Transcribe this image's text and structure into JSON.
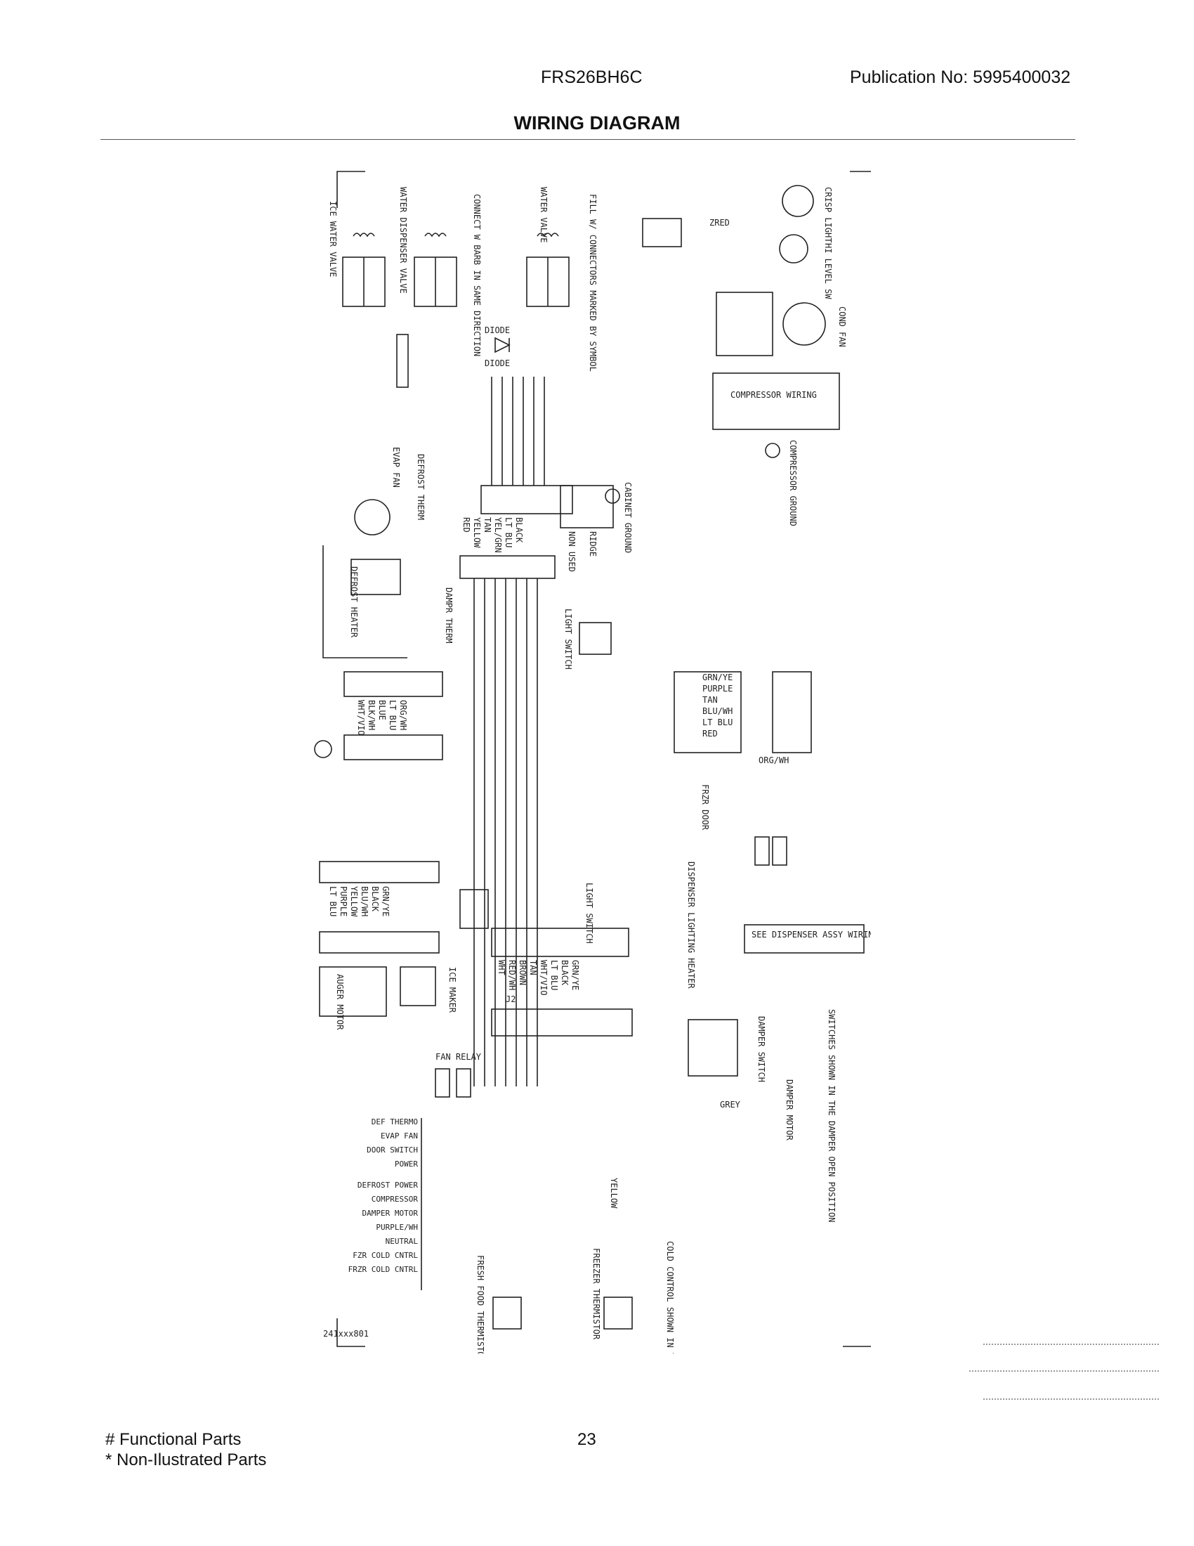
{
  "header": {
    "model": "FRS26BH6C",
    "publication": "Publication No:  5995400032",
    "title": "WIRING DIAGRAM"
  },
  "footer": {
    "functional_parts": "# Functional Parts",
    "non_illustrated_parts": "* Non-Ilustrated Parts",
    "page_number": "23"
  },
  "diagram": {
    "top_components": {
      "ice_water_valve": "ICE WATER VALVE",
      "water_dispenser_valve": "WATER DISPENSER VALVE",
      "water_valve": "WATER VALVE",
      "note_connect": "CONNECT W BARB IN SAME DIRECTION",
      "note_markers": "FILL W/ CONNECTORS MARKED BY SYMBOL",
      "diode": "DIODE",
      "diode2": "DIODE",
      "to_drive": "ZRED",
      "crisp_light": "CRISP LIGHT",
      "ht_level": "HI LEVEL SW",
      "cond_fan": "COND FAN",
      "compressor_wiring": "COMPRESSOR WIRING",
      "compressor_ground": "COMPRESSOR GROUND",
      "cabinet_ground": "CABINET GROUND",
      "ridge": "RIDGE",
      "non_used": "NON USED"
    },
    "middle_components": {
      "defrost_heater": "DEFROST HEATER",
      "defrost_therm": "DEFROST THERM",
      "evap_fan": "EVAP FAN",
      "light_switch_upper": "LIGHT SWITCH",
      "dampr_therm": "DAMPR THERM",
      "wire_labels_center": [
        "BLACK",
        "LT BLU",
        "YEL/GRN",
        "TAN",
        "YELLOW",
        "RED"
      ],
      "wire_labels_left": [
        "WHT/VIO",
        "BLK/WH",
        "BLUE",
        "LT BLU",
        "ORG/WH"
      ],
      "right_harness": [
        "GRN/YE",
        "PURPLE",
        "TAN",
        "BLU/WH",
        "LT BLU",
        "RED"
      ],
      "right_harness_bottom": "ORG/WH",
      "frzr_door": "FRZR DOOR",
      "dispenser_heater": "DISPENSER LIGHTING HEATER",
      "see_dispenser": "SEE DISPENSER ASSY WIRING"
    },
    "lower_components": {
      "wire_labels_lower_left": [
        "LT BLU",
        "PURPLE",
        "YELLOW",
        "BLU/WH",
        "BLACK",
        "GRN/YE"
      ],
      "wire_labels_lower_center": [
        "WHT",
        "RED/WH",
        "BROWN",
        "TAN",
        "WHT/VIO",
        "LT BLU",
        "BLACK",
        "GRN/YE"
      ],
      "light_switch_lower": "LIGHT SWITCH",
      "auger_motor": "AUGER MOTOR",
      "ice_maker": "ICE MAKER",
      "j2_label": "J2",
      "fan_relay": "FAN RELAY",
      "damper_switch": "DAMPER SWITCH",
      "damper_motor": "DAMPER MOTOR",
      "grey": "GREY",
      "switches_note": "SWITCHES SHOWN IN THE DAMPER OPEN POSITION",
      "control_terminals": [
        "DEF THERMO",
        "EVAP FAN",
        "DOOR SWITCH",
        "POWER",
        "DEFROST POWER",
        "COMPRESSOR",
        "DAMPER MOTOR",
        "PURPLE/WH",
        "NEUTRAL",
        "FZR COLD CNTRL",
        "FRZR COLD CNTRL"
      ],
      "fresh_food_thermistor": "FRESH FOOD THERMISTOR",
      "freezer_thermistor": "FREEZER THERMISTOR",
      "cold_control": "COLD CONTROL SHOWN IN THE OFF POSITION",
      "yellow": "YELLOW",
      "part_number": "241xxx801"
    }
  }
}
